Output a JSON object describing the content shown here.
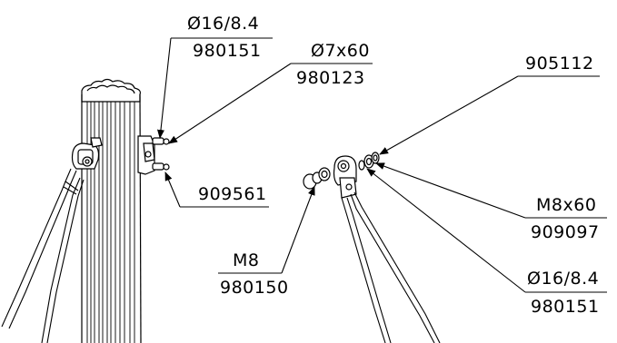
{
  "labels": {
    "washer_top_dim": "Ø16/8.4",
    "washer_top_code": "980151",
    "pin_dim": "Ø7x60",
    "pin_code": "980123",
    "clamp_code": "909561",
    "washer_right_code": "905112",
    "bolt_dim": "M8x60",
    "bolt_code": "909097",
    "nut_dim": "M8",
    "nut_code": "980150",
    "washer_bottom_dim": "Ø16/8.4",
    "washer_bottom_code": "980151"
  },
  "colors": {
    "line": "#000000",
    "background": "#ffffff"
  }
}
